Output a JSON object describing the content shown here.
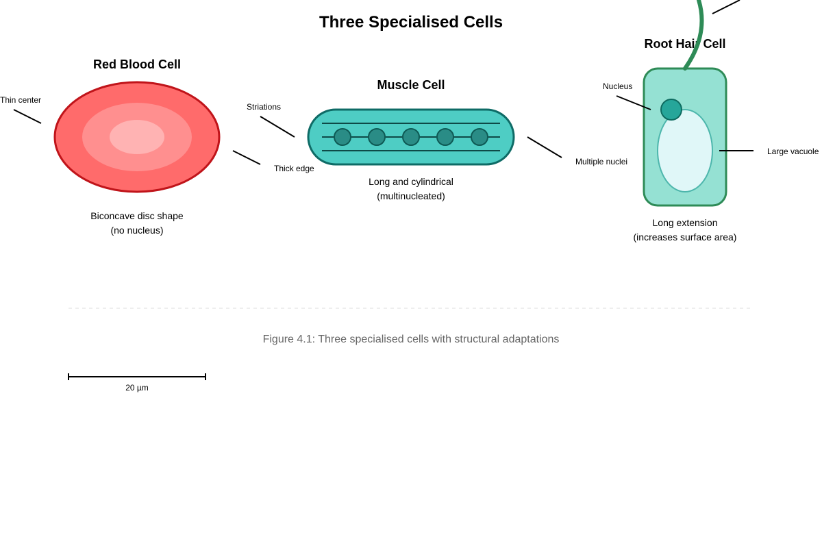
{
  "title": "Three Specialised Cells",
  "cells": {
    "red_blood_cell": {
      "title": "Red Blood Cell",
      "desc_line1": "Biconcave disc shape",
      "desc_line2": "(no nucleus)",
      "labels": {
        "thin_center": "Thin center",
        "thick_edge": "Thick edge"
      },
      "colors": {
        "outer": "#ff6b6b",
        "border": "#c0141a",
        "middle": "#ff8f8f",
        "inner": "#ffb3b3"
      }
    },
    "muscle_cell": {
      "title": "Muscle Cell",
      "desc_line1": "Long and cylindrical",
      "desc_line2": "(multinucleated)",
      "labels": {
        "striations": "Striations",
        "multiple_nuclei": "Multiple nuclei"
      },
      "colors": {
        "fill": "#4ecdc4",
        "border": "#0e6b66",
        "nucleus": "#2a8c86"
      }
    },
    "root_hair_cell": {
      "title": "Root Hair Cell",
      "desc_line1": "Long extension",
      "desc_line2": "(increases surface area)",
      "labels": {
        "nucleus": "Nucleus",
        "large_vacuole": "Large vacuole"
      },
      "colors": {
        "fill": "#95e1d3",
        "border": "#2e8b57",
        "vacuole": "#e0f7f8",
        "nucleus": "#26a69a"
      }
    }
  },
  "caption": "Figure 4.1: Three specialised cells with structural adaptations",
  "scale_bar": {
    "label": "20 µm"
  }
}
